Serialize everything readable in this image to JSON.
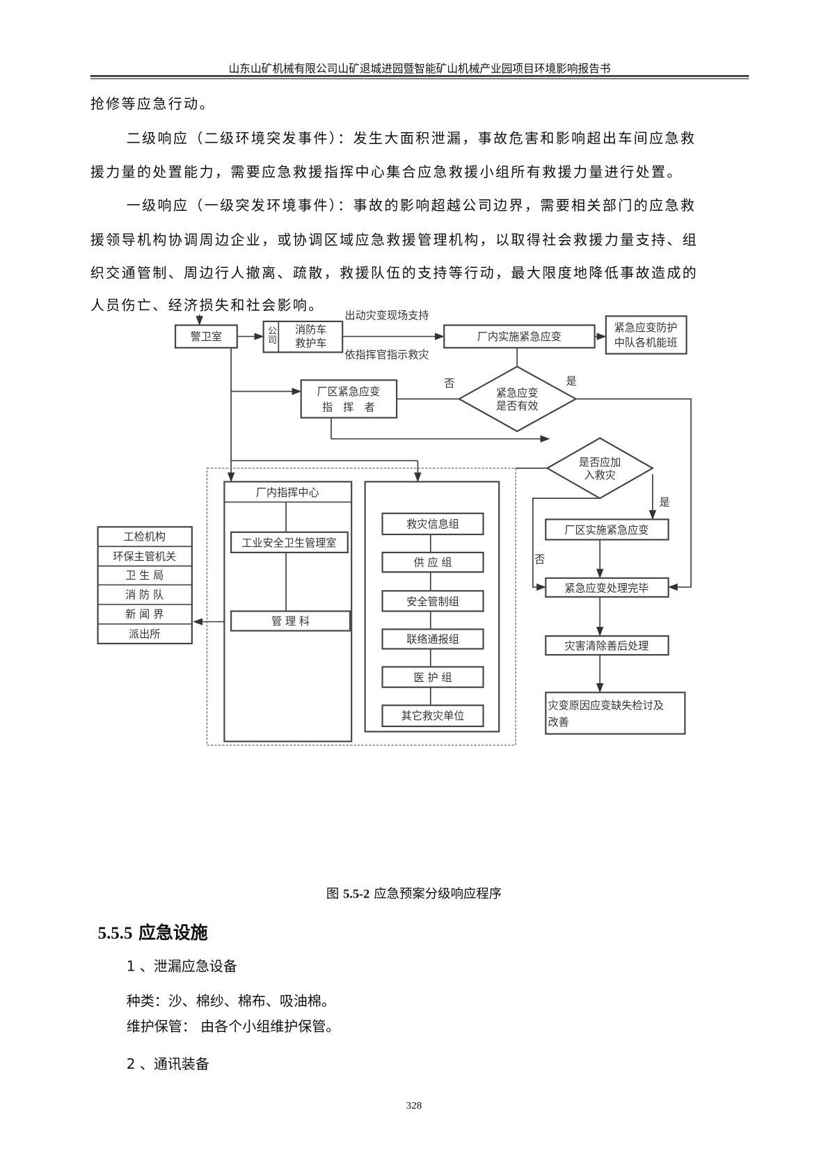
{
  "header": {
    "title": "山东山矿机械有限公司山矿退城进园暨智能矿山机械产业园项目环境影响报告书"
  },
  "body": {
    "lines": [
      "抢修等应急行动。",
      "二级响应（二级环境突发事件）：发生大面积泄漏，事故危害和影响超出车间应急救",
      "援力量的处置能力，需要应急救援指挥中心集合应急救援小组所有救援力量进行处置。",
      "一级响应（一级突发环境事件）：事故的影响超越公司边界，需要相关部门的应急救",
      "援领导机构协调周边企业，或协调区域应急救援管理机构，以取得社会救援力量支持、组",
      "织交通管制、周边行人撤离、疏散，救援队伍的支持等行动，最大限度地降低事故造成的",
      "人员伤亡、经济损失和社会影响。"
    ]
  },
  "diagram": {
    "guard_room": "警卫室",
    "company": "公司",
    "fire_truck": "消防车",
    "ambulance": "救护车",
    "label_top": "出动灾变现场支持",
    "label_bottom": "依指挥官指示救灾",
    "plant_response": "厂内实施紧急应变",
    "squad_line1": "紧急应变防护",
    "squad_line2": "中队各机能班",
    "commander_line1": "厂区紧急应变",
    "commander_line2": "指　挥　者",
    "decision1_line1": "紧急应变",
    "decision1_line2": "是否有效",
    "no": "否",
    "yes": "是",
    "decision2_line1": "是否应加",
    "decision2_line2": "入救灾",
    "command_center": "厂内指挥中心",
    "safety_office": "工业安全卫生管理室",
    "management": "管 理 科",
    "external": [
      "工检机构",
      "环保主管机关",
      "卫 生 局",
      "消 防 队",
      "新 闻 界",
      "派出所"
    ],
    "groups": [
      "救灾信息组",
      "供 应 组",
      "安全管制组",
      "联络通报组",
      "医 护 组",
      "其它救灾单位"
    ],
    "area_response": "厂区实施紧急应变",
    "response_done": "紧急应变处理完毕",
    "aftermath": "灾害清除善后处理",
    "review_line1": "灾变原因应变缺失检讨及",
    "review_line2": "改善"
  },
  "caption": {
    "prefix": "图 ",
    "number": "5.5-2",
    "text": " 应急预案分级响应程序"
  },
  "section": {
    "number": "5.5.5",
    "title": " 应急设施"
  },
  "items": {
    "item1": "1 、泄漏应急设备",
    "kinds": "种类：沙、棉纱、棉布、吸油棉。",
    "maintenance": "维护保管： 由各个小组维护保管。",
    "item2": "2 、通讯装备"
  },
  "page_number": "328"
}
